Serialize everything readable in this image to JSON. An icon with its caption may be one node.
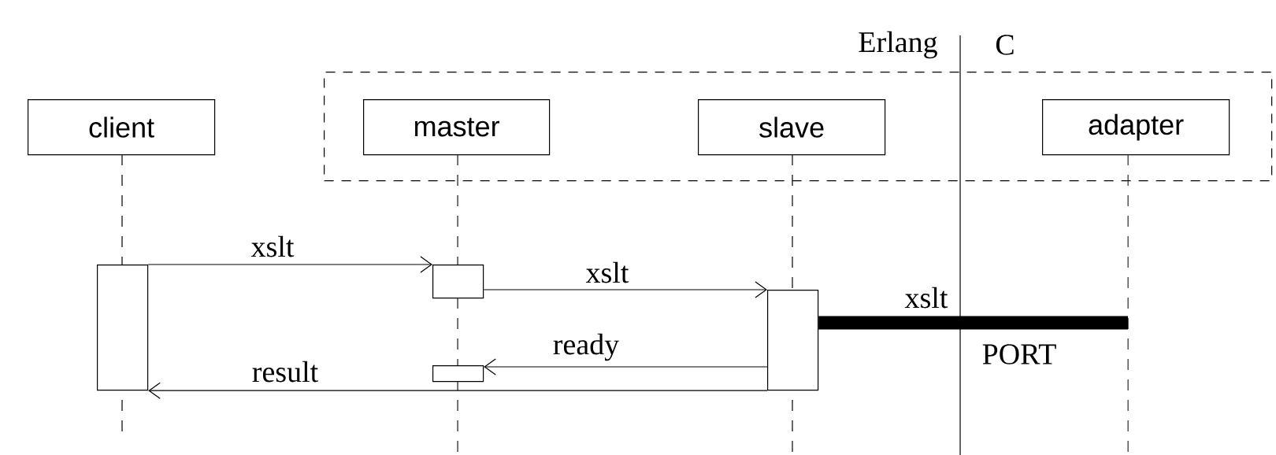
{
  "diagram": {
    "nodes": [
      {
        "text": [
          "client"
        ]
      },
      {
        "text": [],
        "shape": "box"
      },
      {
        "text": [
          "master"
        ],
        "in": 1
      },
      {
        "text": [
          "slave"
        ],
        "in": 1
      },
      {
        "text": [
          "adapter"
        ],
        "in": 1
      },
      {
        "text": [],
        "shape": "bar"
      },
      {
        "text": [],
        "shape": "bar"
      },
      {
        "text": [],
        "shape": "bar"
      },
      {
        "text": [],
        "shape": "bar"
      }
    ],
    "edges": [
      {
        "from": 5,
        "to": 6,
        "arrow": "to",
        "label": "xslt"
      },
      {
        "from": 6,
        "to": 7,
        "arrow": "to",
        "label": "xslt"
      },
      {
        "from": 7,
        "to": null,
        "arrow": "none",
        "label": "xslt",
        "style": "thick"
      },
      {
        "from": 7,
        "to": 8,
        "arrow": "to",
        "label": "ready"
      },
      {
        "from": 7,
        "to": 5,
        "arrow": "to",
        "label": "result"
      }
    ],
    "labels": [
      "Erlang",
      "C",
      "PORT"
    ]
  }
}
